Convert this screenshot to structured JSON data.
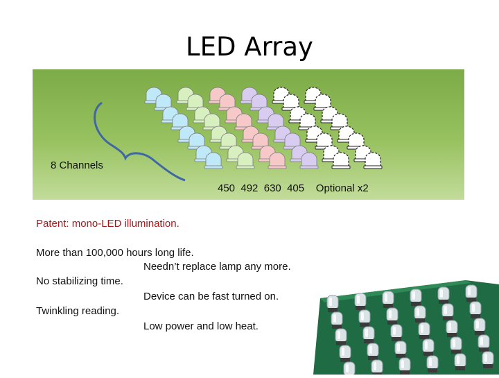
{
  "title": "LED Array",
  "panel": {
    "channels_label": "8 Channels",
    "wavelength_labels": "450  492  630  405    Optional x2",
    "led_colors": [
      "#bfe8f8",
      "#d8f0c0",
      "#f6c8c8",
      "#d8cdf0",
      "#ffffff",
      "#ffffff"
    ],
    "led_rows": 4
  },
  "patent": "Patent: mono-LED illumination.",
  "features": [
    {
      "point": "More than 100,000 hours long life.",
      "detail": "Needn’t replace lamp any more."
    },
    {
      "point": "No stabilizing time.",
      "detail": "Device can be fast turned on."
    },
    {
      "point": "Twinkling reading.",
      "detail": "Low power and low heat."
    }
  ],
  "photo": {
    "icon": "led-circuit-board-photo"
  }
}
